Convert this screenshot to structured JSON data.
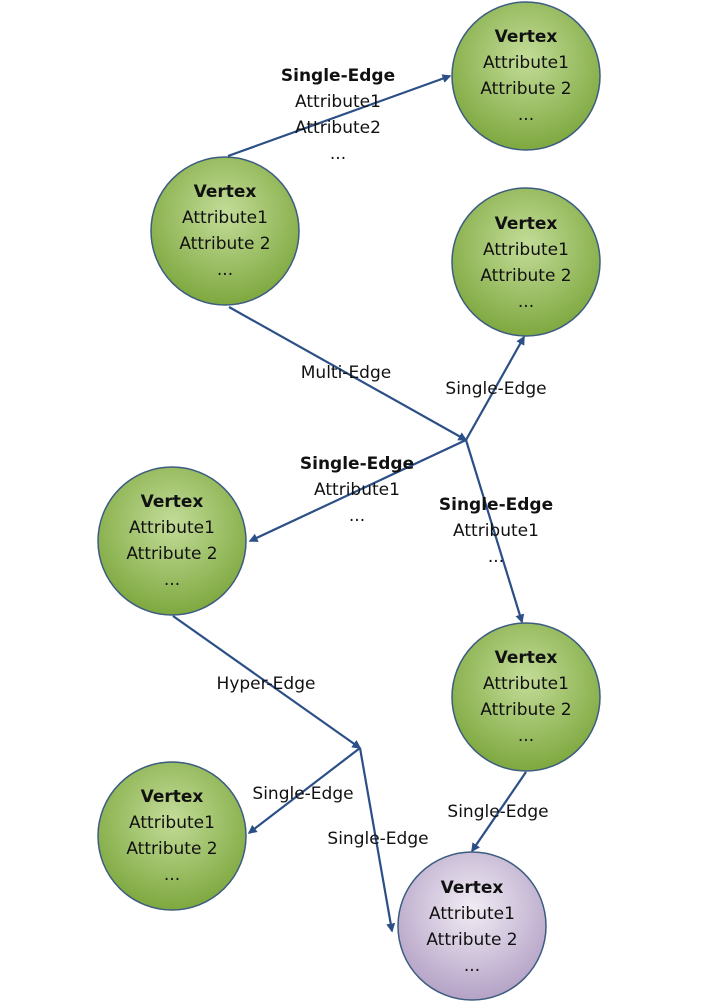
{
  "colors": {
    "vertex_green_light": "#b9d58a",
    "vertex_green_dark": "#7faa3e",
    "vertex_purple_light": "#ede6f1",
    "vertex_purple_dark": "#b5a2c8",
    "vertex_border": "#3d5c80",
    "edge": "#2b4f86",
    "text": "#111111"
  },
  "vertices": [
    {
      "id": "v-top-right",
      "title": "Vertex",
      "attr1": "Attribute1",
      "attr2": "Attribute 2",
      "more": "...",
      "color": "green"
    },
    {
      "id": "v-root",
      "title": "Vertex",
      "attr1": "Attribute1",
      "attr2": "Attribute 2",
      "more": "...",
      "color": "green"
    },
    {
      "id": "v-mid-right",
      "title": "Vertex",
      "attr1": "Attribute1",
      "attr2": "Attribute 2",
      "more": "...",
      "color": "green"
    },
    {
      "id": "v-mid-left",
      "title": "Vertex",
      "attr1": "Attribute1",
      "attr2": "Attribute 2",
      "more": "...",
      "color": "green"
    },
    {
      "id": "v-lower-right",
      "title": "Vertex",
      "attr1": "Attribute1",
      "attr2": "Attribute 2",
      "more": "...",
      "color": "green"
    },
    {
      "id": "v-bottom-left",
      "title": "Vertex",
      "attr1": "Attribute1",
      "attr2": "Attribute 2",
      "more": "...",
      "color": "green"
    },
    {
      "id": "v-bottom",
      "title": "Vertex",
      "attr1": "Attribute1",
      "attr2": "Attribute 2",
      "more": "...",
      "color": "purple"
    }
  ],
  "edge_labels": {
    "single_edge_top": {
      "title": "Single-Edge",
      "attr1": "Attribute1",
      "attr2": "Attribute2",
      "more": "..."
    },
    "multi_edge": "Multi-Edge",
    "single_edge_up_right": "Single-Edge",
    "single_edge_left": {
      "title": "Single-Edge",
      "attr1": "Attribute1",
      "more": "..."
    },
    "single_edge_down_right": {
      "title": "Single-Edge",
      "attr1": "Attribute1",
      "more": "..."
    },
    "hyper_edge": "Hyper-Edge",
    "single_edge_hyper_left": "Single-Edge",
    "single_edge_hyper_down": "Single-Edge",
    "single_edge_to_bottom": "Single-Edge"
  }
}
